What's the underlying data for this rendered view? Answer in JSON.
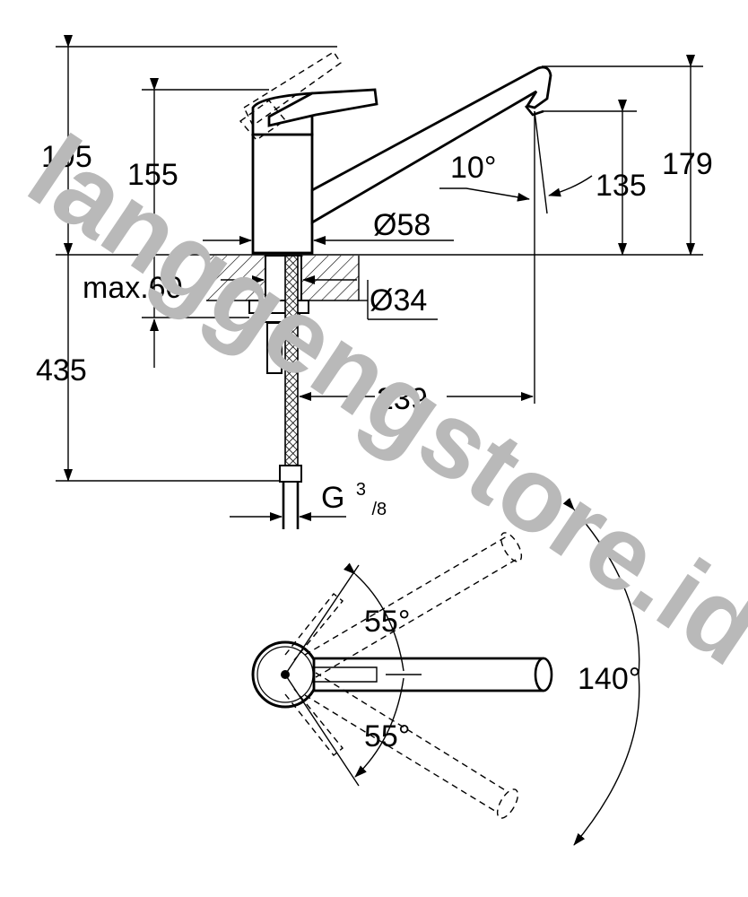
{
  "watermark": "langgengstore.id",
  "dimensions": {
    "d195": "195",
    "d155": "155",
    "d10": "10°",
    "d135": "135",
    "d179": "179",
    "d58": "Ø58",
    "max60": "max.60",
    "d34": "Ø34",
    "d435": "435",
    "d239": "239",
    "thread_g": "G",
    "thread_num": "3",
    "thread_den": "/8"
  },
  "plan_view": {
    "angle_up": "55°",
    "angle_down": "55°",
    "swivel": "140°"
  }
}
